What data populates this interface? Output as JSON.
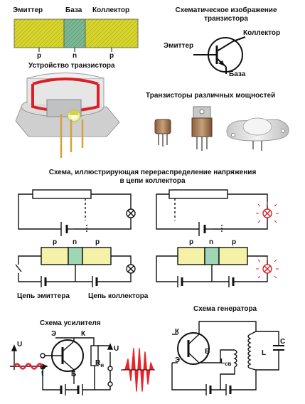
{
  "structure": {
    "emitter": "Эмиттер",
    "base": "База",
    "collector": "Коллектор",
    "p1": "p",
    "n": "n",
    "p2": "p",
    "caption": "Устройство транзистора"
  },
  "schematic": {
    "title_line1": "Схематическое изображение",
    "title_line2": "транзистора",
    "collector": "Коллектор",
    "emitter": "Эмиттер",
    "base": "База"
  },
  "power": {
    "title": "Транзисторы различных мощностей"
  },
  "redistribution": {
    "title_line1": "Схема, иллюстрирующая перераспределение напряжения",
    "title_line2": "в цепи коллектора",
    "left_p1": "p",
    "left_n": "n",
    "left_p2": "p",
    "right_p1": "p",
    "right_n": "n",
    "right_p2": "p",
    "emitter_circuit": "Цепь эмиттера",
    "collector_circuit": "Цепь коллектора"
  },
  "amplifier": {
    "title": "Схема усилителя",
    "e": "Э",
    "k": "К",
    "b": "Б",
    "u_left": "U",
    "t_left": "t",
    "u_right": "U",
    "rn_main": "R",
    "rn_sub": "н"
  },
  "generator": {
    "title": "Схема генератора",
    "k": "К",
    "e": "Э",
    "b": "Б",
    "lcb_main": "L",
    "lcb_sub": "св",
    "l": "L",
    "c": "C"
  },
  "colors": {
    "p_region": "#d9d93a",
    "n_region": "#6fae8c",
    "light_p": "#f4f2a8",
    "light_n": "#9fd6b4",
    "red_signal": "#e8232a",
    "case_red": "#d92028"
  }
}
